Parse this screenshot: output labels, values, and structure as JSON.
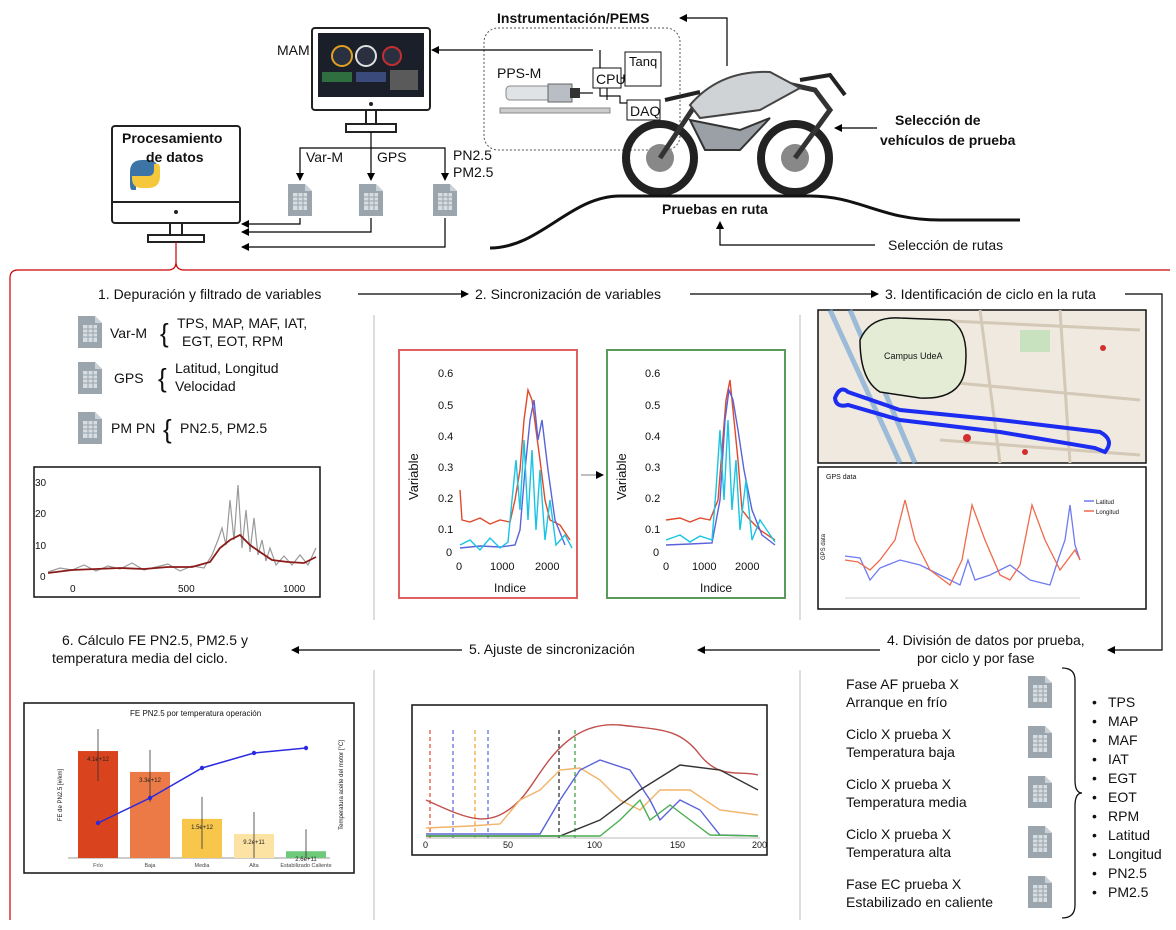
{
  "top": {
    "instrumentacion": "Instrumentación/PEMS",
    "mam": "MAM",
    "pps": "PPS-M",
    "cpu": "CPU",
    "tanq": "Tanq",
    "daq": "DAQ",
    "procesamiento_1": "Procesamiento",
    "procesamiento_2": "de datos",
    "var_m": "Var-M",
    "gps": "GPS",
    "pn25": "PN2.5",
    "pm25": "PM2.5",
    "seleccion_veh_1": "Selección de",
    "seleccion_veh_2": "vehículos de prueba",
    "pruebas_ruta": "Pruebas en ruta",
    "seleccion_rutas": "Selección de rutas"
  },
  "steps": {
    "s1": "1. Depuración y filtrado de variables",
    "s2": "2. Sincronización de variables",
    "s3": "3. Identificación de ciclo en la ruta",
    "s4_1": "4. División de datos por prueba,",
    "s4_2": "por ciclo y por fase",
    "s5": "5. Ajuste de sincronización",
    "s6_1": "6. Cálculo FE PN2.5, PM2.5 y",
    "s6_2": "temperatura media del ciclo."
  },
  "panel1": {
    "groups": [
      {
        "name": "Var-M",
        "line1": "TPS, MAP, MAF, IAT,",
        "line2": "EGT, EOT, RPM"
      },
      {
        "name": "GPS",
        "line1": "Latitud, Longitud",
        "line2": "Velocidad"
      },
      {
        "name": "PM PN",
        "line1": "PN2.5, PM2.5",
        "line2": ""
      }
    ],
    "chart": {
      "yticks": [
        "30",
        "20",
        "10",
        "0"
      ],
      "xticks": [
        "0",
        "500",
        "1000"
      ]
    }
  },
  "panel2": {
    "ylabel": "Variable",
    "xlabel": "Indice",
    "yticks": [
      "0.6",
      "0.5",
      "0.4",
      "0.3",
      "0.2",
      "0.1",
      "0"
    ],
    "xticks": [
      "0",
      "1000",
      "2000"
    ]
  },
  "panel3": {
    "map_label": "Campus UdeA",
    "gps_title": "GPS data",
    "gps_ylabel": "GPS data",
    "legend": [
      "Latitud",
      "Longitud"
    ]
  },
  "panel4": {
    "items": [
      {
        "l1": "Fase AF prueba X",
        "l2": "Arranque en frío"
      },
      {
        "l1": "Ciclo X prueba X",
        "l2": "Temperatura baja"
      },
      {
        "l1": "Ciclo X prueba X",
        "l2": "Temperatura media"
      },
      {
        "l1": "Ciclo X prueba X",
        "l2": "Temperatura alta"
      },
      {
        "l1": "Fase EC  prueba X",
        "l2": "Estabilizado en caliente"
      }
    ],
    "bullets": [
      "TPS",
      "MAP",
      "MAF",
      "IAT",
      "EGT",
      "EOT",
      "RPM",
      "Latitud",
      "Longitud",
      "PN2.5",
      "PM2.5"
    ]
  },
  "panel5": {
    "xticks": [
      "0",
      "50",
      "100",
      "150",
      "200"
    ]
  },
  "panel6": {
    "title": "FE PN2.5 por temperatura operación",
    "ylabel_left": "FE de PN2.5 [#/km]",
    "ylabel_right": "Temperatura aceite del motor [°C]",
    "bar_labels": [
      "4.1e+12",
      "3.3e+12",
      "1.5e+12",
      "9.2e+11",
      "2.6e+11"
    ],
    "categories": [
      "Frío",
      "Baja",
      "Media",
      "Alta",
      "Estabilizado Caliente"
    ],
    "bar_colors": [
      "#d9431e",
      "#ec7a47",
      "#f7c64a",
      "#fde3a3",
      "#6fc97a"
    ]
  },
  "chart_data": [
    {
      "type": "bar",
      "title": "FE PN2.5 por temperatura operación",
      "categories": [
        "Frío",
        "Baja",
        "Media",
        "Alta",
        "Estabilizado Caliente"
      ],
      "series": [
        {
          "values": [
            4100000000000.0,
            3300000000000.0,
            1500000000000.0,
            920000000000.0,
            260000000000.0
          ]
        }
      ],
      "line_series": {
        "values": [
          35,
          60,
          90,
          105,
          110
        ]
      },
      "ylabel": "FE de PN2.5 [#/km]",
      "y2label": "Temperatura aceite del motor [°C]"
    }
  ]
}
